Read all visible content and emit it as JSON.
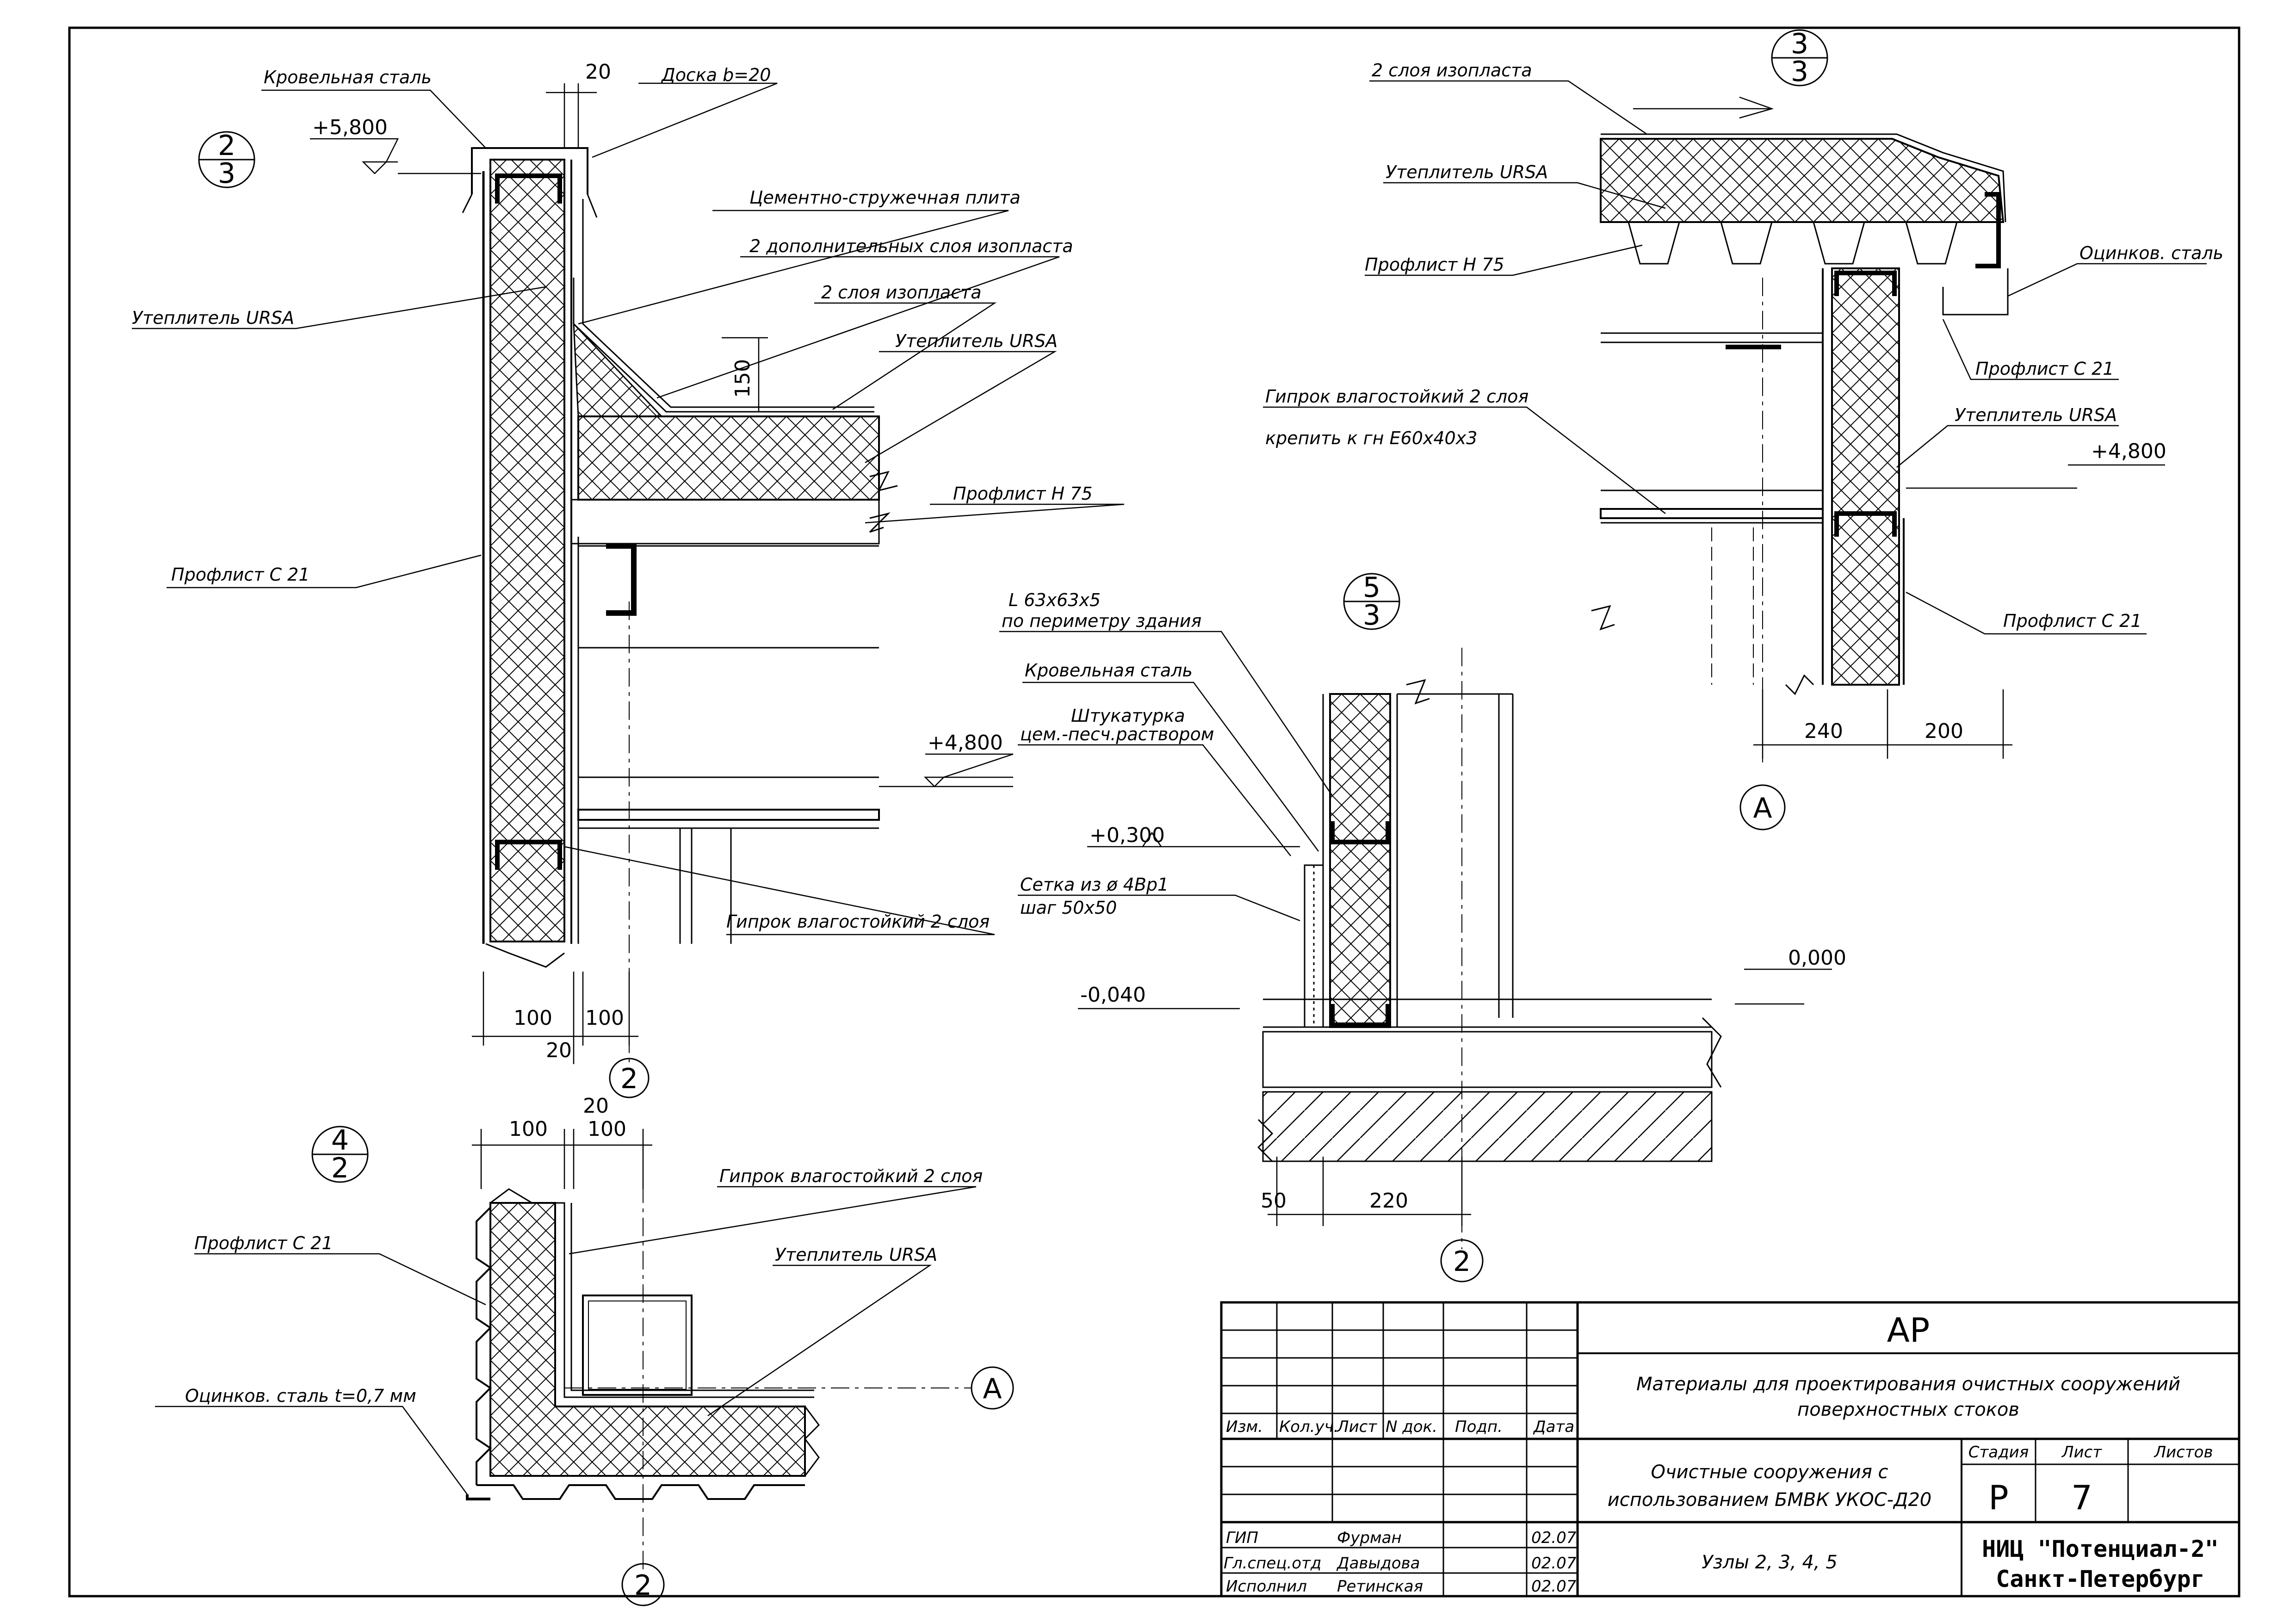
{
  "node23": {
    "bubble_top": "2",
    "bubble_bottom": "3",
    "roof_steel": "Кровельная сталь",
    "dim_20": "20",
    "board": "Доска b=20",
    "level_top": "+5,800",
    "csp": "Цементно-стружечная плита",
    "extra_layers": "2 дополнительных слоя изопласта",
    "two_layers": "2  слоя изопласта",
    "ins_left": "Утеплитель URSA",
    "ins_right": "Утеплитель URSA",
    "dim_150": "150",
    "prof_n75": "Профлист Н 75",
    "prof_c21": "Профлист С 21",
    "level_mid": "+4,800",
    "gyp": "Гипрок влагостойкий 2 слоя",
    "dim_100a": "100",
    "dim_100b": "100",
    "dim_20b": "20",
    "axis": "2"
  },
  "node33": {
    "bubble_top": "3",
    "bubble_bottom": "3",
    "two_layers": "2  слоя изопласта",
    "ins1": "Утеплитель URSA",
    "prof_n75": "Профлист Н 75",
    "zinc": "Оцинков. сталь",
    "prof_c21a": "Профлист С 21",
    "gyp1": "Гипрок влагостойкий 2 слоя",
    "gyp2": "крепить к гн Е60х40х3",
    "ins2": "Утеплитель URSA",
    "level": "+4,800",
    "prof_c21b": "Профлист С 21",
    "dim_240": "240",
    "dim_200": "200",
    "axis": "А"
  },
  "node53": {
    "bubble_top": "5",
    "bubble_bottom": "3",
    "angle1": "L 63х63х5",
    "angle2": "по периметру здания",
    "roof_steel": "Кровельная сталь",
    "plaster1": "Штукатурка",
    "plaster2": "цем.-песч.раствором",
    "level1": "+0,300",
    "mesh1": "Сетка из ø 4Вр1",
    "mesh2": "шаг 50х50",
    "level2": "-0,040",
    "level3": "0,000",
    "dim_50": "50",
    "dim_220": "220",
    "axis": "2"
  },
  "node42": {
    "bubble_top": "4",
    "bubble_bottom": "2",
    "dim_100a": "100",
    "dim_20": "20",
    "dim_100b": "100",
    "gyp": "Гипрок влагостойкий 2 слоя",
    "prof_c21": "Профлист С 21",
    "ins": "Утеплитель URSA",
    "zinc": "Оцинков. сталь t=0,7 мм",
    "axis_a": "А",
    "axis_2": "2"
  },
  "title_block": {
    "code": "АР",
    "project1": "Материалы для проектирования очистных сооружений",
    "project2": "поверхностных стоков",
    "object1": "Очистные сооружения с",
    "object2": "использованием БМВК УКОС-Д20",
    "sheet_name": "Узлы 2, 3, 4, 5",
    "h_izm": "Изм.",
    "h_kol": "Кол.уч.",
    "h_list": "Лист",
    "h_ndoc": "N док.",
    "h_podp": "Подп.",
    "h_data": "Дата",
    "r1_role": "ГИП",
    "r1_name": "Фурман",
    "r1_date": "02.07",
    "r2_role": "Гл.спец.отд",
    "r2_name": "Давыдова",
    "r2_date": "02.07",
    "r3_role": "Исполнил",
    "r3_name": "Ретинская",
    "r3_date": "02.07",
    "h_stage": "Стадия",
    "h_sheet": "Лист",
    "h_sheets": "Листов",
    "stage": "Р",
    "sheet": "7",
    "org1": "НИЦ \"Потенциал-2\"",
    "org2": "Санкт-Петербург"
  }
}
